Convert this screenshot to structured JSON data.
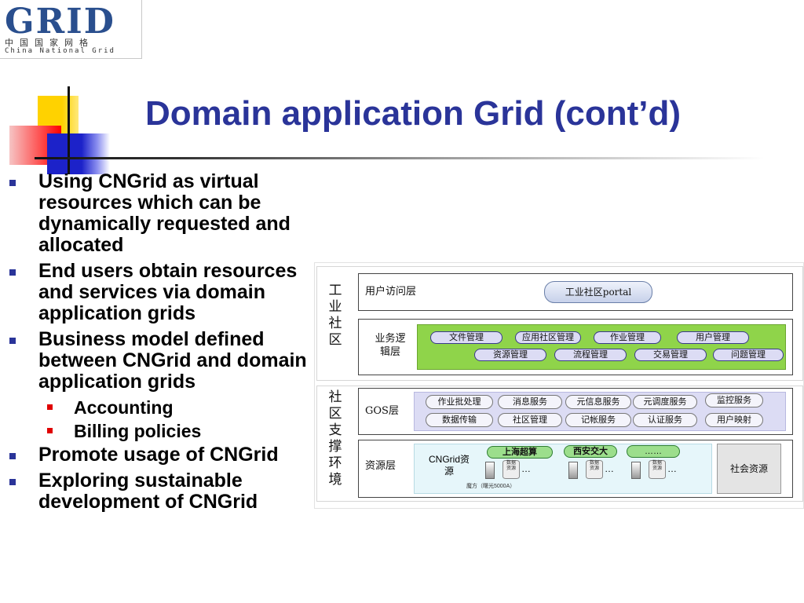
{
  "logo": {
    "word": "GRID",
    "cn": "中国国家网格",
    "en": "China National Grid"
  },
  "title": "Domain application Grid (cont’d)",
  "bullets": [
    {
      "text": "Using CNGrid as virtual resources which can be dynamically requested and allocated"
    },
    {
      "text": "End users obtain resources and services via domain application grids"
    },
    {
      "text": "Business model defined between CNGrid and domain application grids"
    },
    {
      "text": "Accounting",
      "sub": true
    },
    {
      "text": "Billing policies",
      "sub": true
    },
    {
      "text": "Promote usage of CNGrid"
    },
    {
      "text": "Exploring sustainable development of CNGrid"
    }
  ],
  "colors": {
    "title": "#2a3499",
    "bullet": "#2a3499",
    "sub_bullet": "#e00000",
    "business_band": "#8fd44a"
  },
  "diagram": {
    "industry_group": {
      "label": [
        "工",
        "业",
        "社",
        "区"
      ],
      "access_layer": {
        "name": "用户访问层",
        "portal": "工业社区portal"
      },
      "business_layer": {
        "name": [
          "业务逻",
          "辑层"
        ],
        "row1": [
          "文件管理",
          "应用社区管理",
          "作业管理",
          "用户管理"
        ],
        "row2": [
          "资源管理",
          "流程管理",
          "交易管理",
          "问题管理"
        ]
      }
    },
    "support_group": {
      "label": [
        "社",
        "区",
        "支",
        "撑",
        "环",
        "境"
      ],
      "gos_layer": {
        "name": "GOS层",
        "row1": [
          "作业批处理",
          "消息服务",
          "元信息服务",
          "元调度服务",
          "监控服务"
        ],
        "row2": [
          "数据传输",
          "社区管理",
          "记帐服务",
          "认证服务",
          "用户映射"
        ]
      },
      "resource_layer": {
        "name": "资源层",
        "cngrid": [
          "CNGrid资",
          "源"
        ],
        "sites": [
          "上海超算",
          "西安交大",
          "……"
        ],
        "db_label": [
          "数据",
          "资源"
        ],
        "ellipsis": "…",
        "note": "魔方（曙光5000A）",
        "social": "社会资源"
      }
    }
  }
}
